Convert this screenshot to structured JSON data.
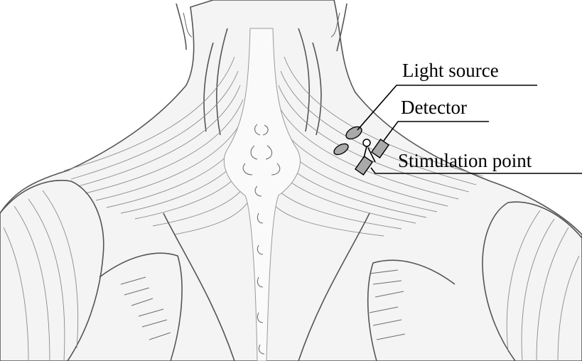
{
  "labels": {
    "light_source": "Light source",
    "detector": "Detector",
    "stimulation_point": "Stimulation point"
  },
  "colors": {
    "probe_fill": "#a9a9a9",
    "muscle_stroke": "#8a8a8a",
    "skin": "#f4f4f4",
    "ink": "#000000"
  }
}
